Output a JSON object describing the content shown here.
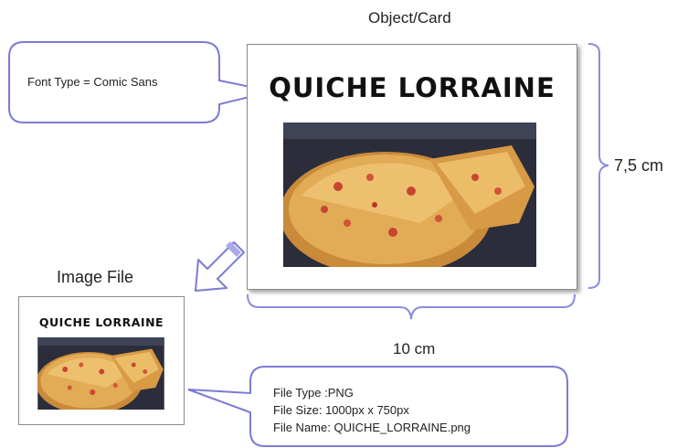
{
  "card_heading": "Object/Card",
  "card_title": "QUICHE LORRAINE",
  "font_note": "Font Type = Comic Sans",
  "height_label": "7,5 cm",
  "width_label": "10 cm",
  "image_file_label": "Image File",
  "small_card_title": "QUICHE LORRAINE",
  "file_info": {
    "type": "File Type :PNG",
    "size": "File Size: 1000px x 750px",
    "name": "File Name: QUICHE_LORRAINE.png"
  },
  "colors": {
    "callout_border": "#7b7bd6",
    "bracket": "#8c8ce0",
    "arrow_fill": "#a9a9e8"
  }
}
